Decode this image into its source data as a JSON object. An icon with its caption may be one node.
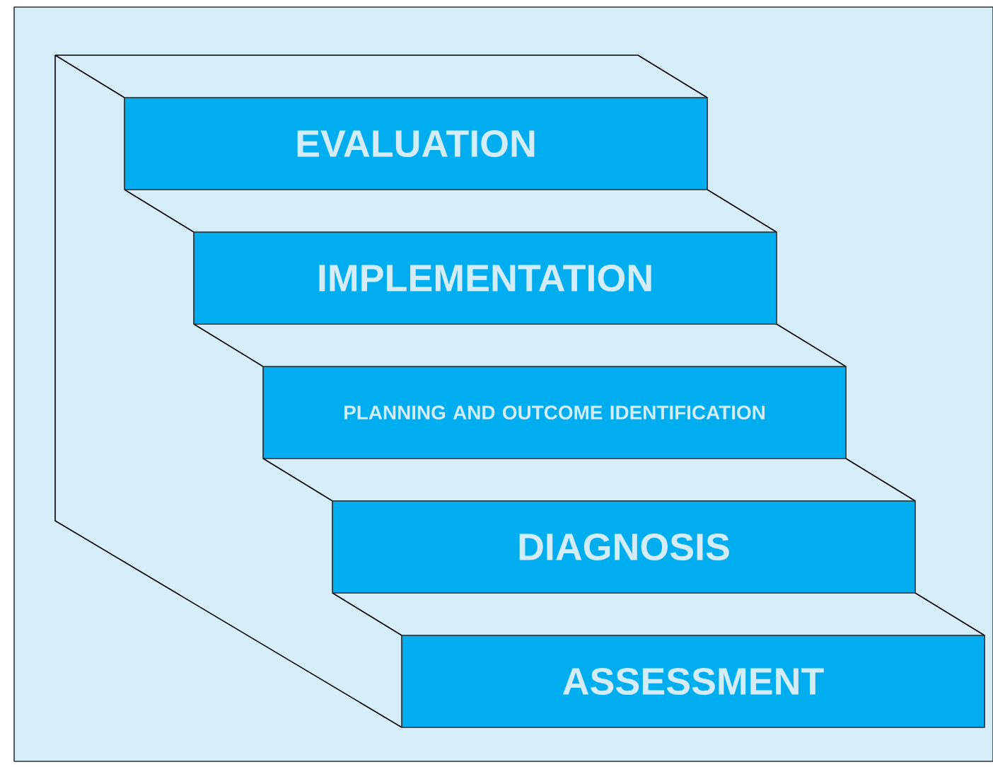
{
  "diagram": {
    "nodes": [
      {
        "text": [
          "EVALUATION"
        ]
      },
      {
        "text": [
          "IMPLEMENTATION"
        ]
      },
      {
        "text": [
          "PLANNING AND OUTCOME IDENTIFICATION"
        ]
      },
      {
        "text": [
          "DIAGNOSIS"
        ]
      },
      {
        "text": [
          "ASSESSMENT"
        ]
      }
    ]
  }
}
